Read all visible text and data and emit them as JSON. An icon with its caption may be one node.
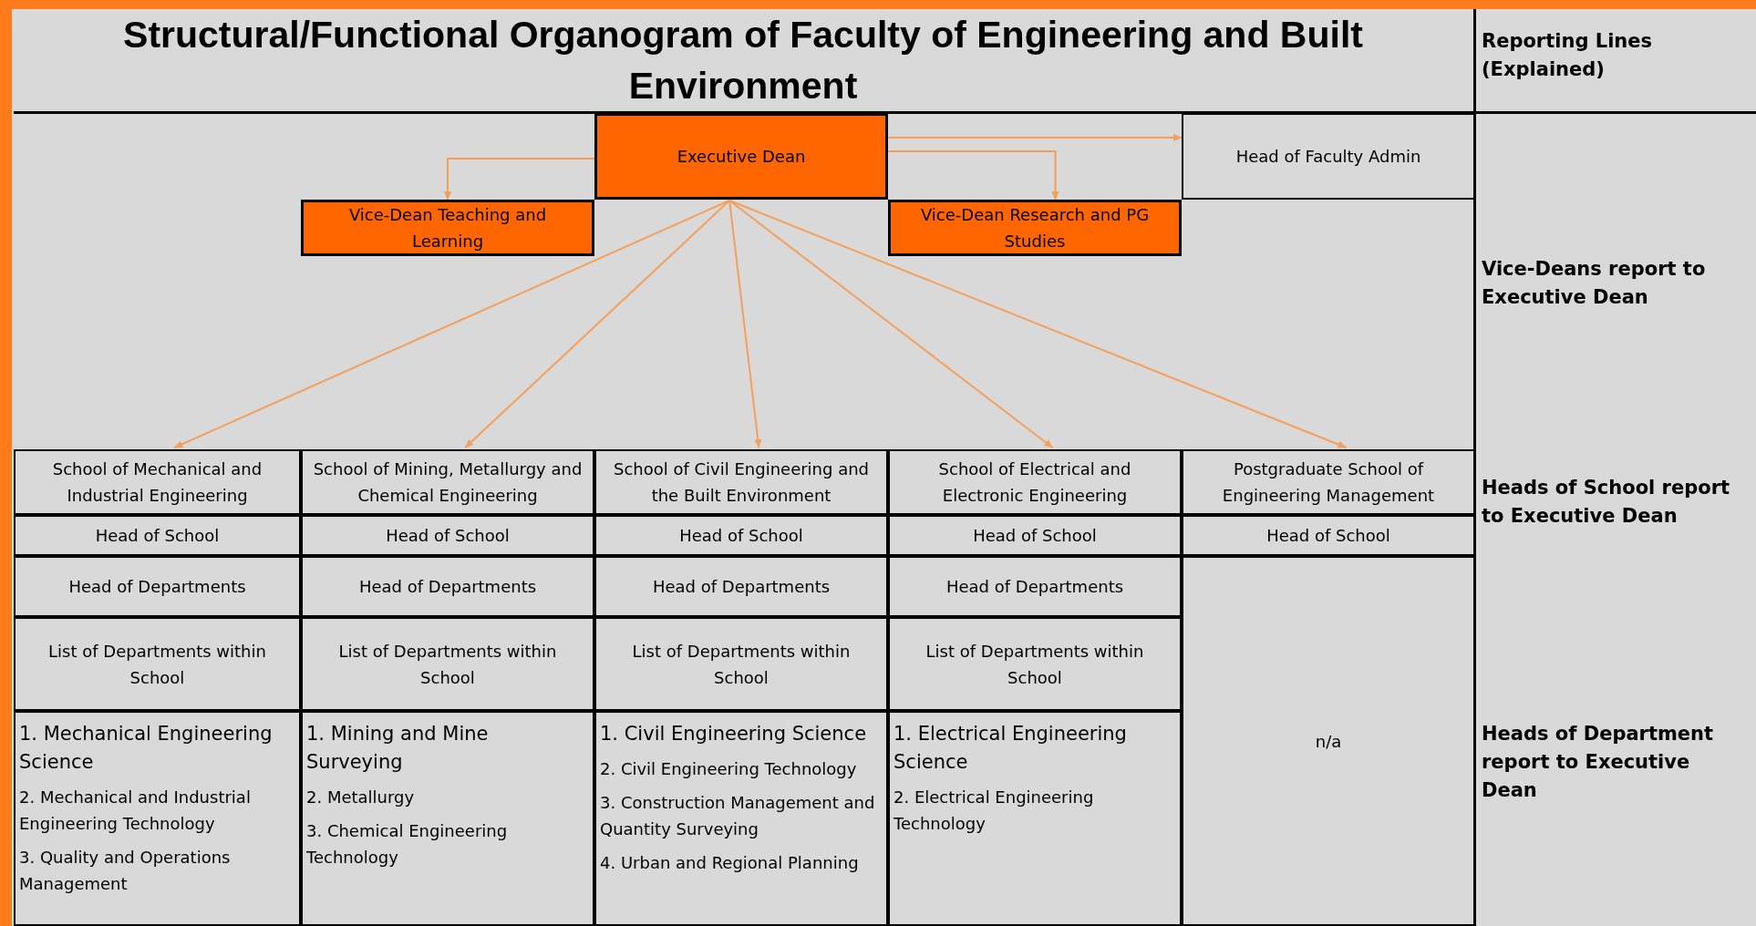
{
  "diagram": {
    "title": "Structural/Functional Organogram of Faculty of Engineering and Built Environment",
    "nodes": [
      {
        "text": [
          "Executive Dean"
        ]
      },
      {
        "text": [
          "Head of Faculty Admin"
        ]
      },
      {
        "text": [
          "Vice-Dean Teaching and Learning"
        ]
      },
      {
        "text": [
          "Vice-Dean Research and PG Studies"
        ]
      },
      {
        "text": [
          "School of Mechanical and Industrial Engineering"
        ]
      },
      {
        "text": [
          "School of Mining, Metallurgy and Chemical Engineering"
        ]
      },
      {
        "text": [
          "School of Civil Engineering and the Built Environment"
        ]
      },
      {
        "text": [
          "School of Electrical and Electronic Engineering"
        ]
      },
      {
        "text": [
          "Postgraduate School of Engineering Management"
        ]
      },
      {
        "text": [
          "Head of School"
        ]
      },
      {
        "text": [
          "Head of School"
        ]
      },
      {
        "text": [
          "Head of School"
        ]
      },
      {
        "text": [
          "Head of School"
        ]
      },
      {
        "text": [
          "Head of School"
        ]
      },
      {
        "text": [
          "Head of Departments"
        ]
      },
      {
        "text": [
          "Head of Departments"
        ]
      },
      {
        "text": [
          "Head of Departments"
        ]
      },
      {
        "text": [
          "Head of Departments"
        ]
      },
      {
        "text": [
          "n/a"
        ]
      },
      {
        "text": [
          "List of Departments within School"
        ]
      },
      {
        "text": [
          "List of Departments within School"
        ]
      },
      {
        "text": [
          "List of Departments within School"
        ]
      },
      {
        "text": [
          "List of Departments within School"
        ]
      },
      {
        "text": [
          "1. Mechanical Engineering Science",
          "2. Mechanical and Industrial Engineering Technology",
          "3. Quality and Operations Management"
        ]
      },
      {
        "text": [
          "1. Mining and Mine Surveying",
          "2. Metallurgy",
          "3. Chemical Engineering Technology"
        ]
      },
      {
        "text": [
          "1. Civil Engineering Science",
          "2. Civil Engineering Technology",
          "3. Construction Management and Quantity Surveying",
          "4. Urban and Regional Planning"
        ]
      },
      {
        "text": [
          "1. Electrical Engineering Science",
          "2. Electrical Engineering Technology"
        ]
      }
    ],
    "edges": [
      {
        "from": 0,
        "to": 2,
        "arrow": "to"
      },
      {
        "from": 0,
        "to": 1,
        "arrow": "to"
      },
      {
        "from": 0,
        "to": 3,
        "arrow": "to"
      },
      {
        "from": 0,
        "to": 4,
        "arrow": "to"
      },
      {
        "from": 0,
        "to": 5,
        "arrow": "to"
      },
      {
        "from": 0,
        "to": 6,
        "arrow": "to"
      },
      {
        "from": 0,
        "to": 7,
        "arrow": "to"
      },
      {
        "from": 0,
        "to": 8,
        "arrow": "to"
      }
    ],
    "labels": [
      "Reporting Lines (Explained)",
      "Vice-Deans report to Executive Dean",
      "Heads of School report to Executive Dean",
      "Heads of Department report to Executive Dean"
    ]
  }
}
